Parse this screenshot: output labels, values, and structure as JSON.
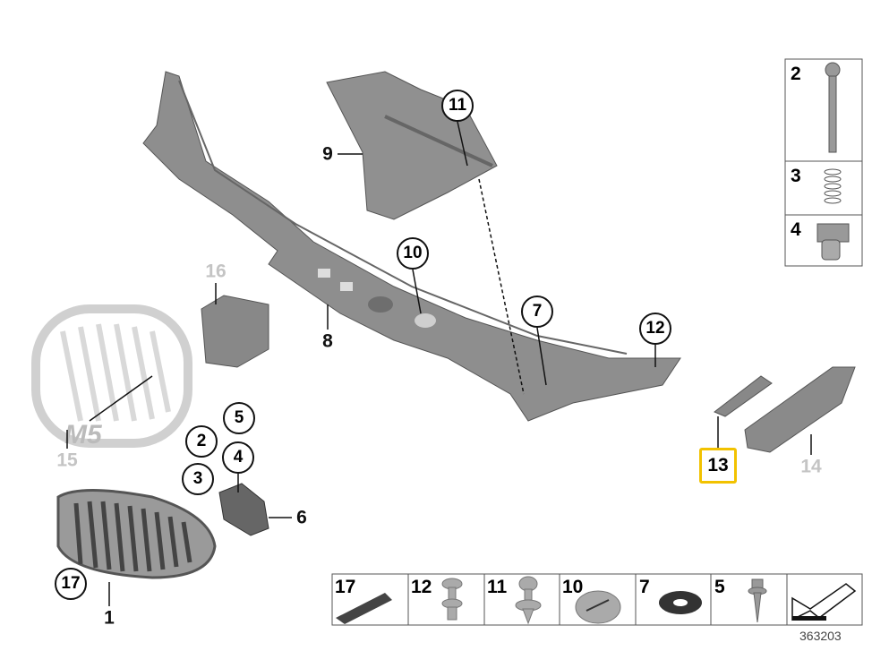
{
  "callouts": {
    "c11": "11",
    "c10": "10",
    "c7": "7",
    "c12": "12",
    "c5": "5",
    "c2": "2",
    "c4": "4",
    "c3": "3",
    "c17": "17"
  },
  "labels": {
    "l9": "9",
    "l8": "8",
    "l16": "16",
    "l15": "15",
    "l6": "6",
    "l1": "1",
    "l13": "13",
    "l14": "14"
  },
  "emblem_text": "M5",
  "side_table": [
    "2",
    "3",
    "4"
  ],
  "bottom_table": [
    "17",
    "12",
    "11",
    "10",
    "7",
    "5"
  ],
  "diagram_number": "363203",
  "colors": {
    "highlight": "#f2c200",
    "part_gray": "#8a8a8a",
    "ghost": "#c4c4c4"
  }
}
